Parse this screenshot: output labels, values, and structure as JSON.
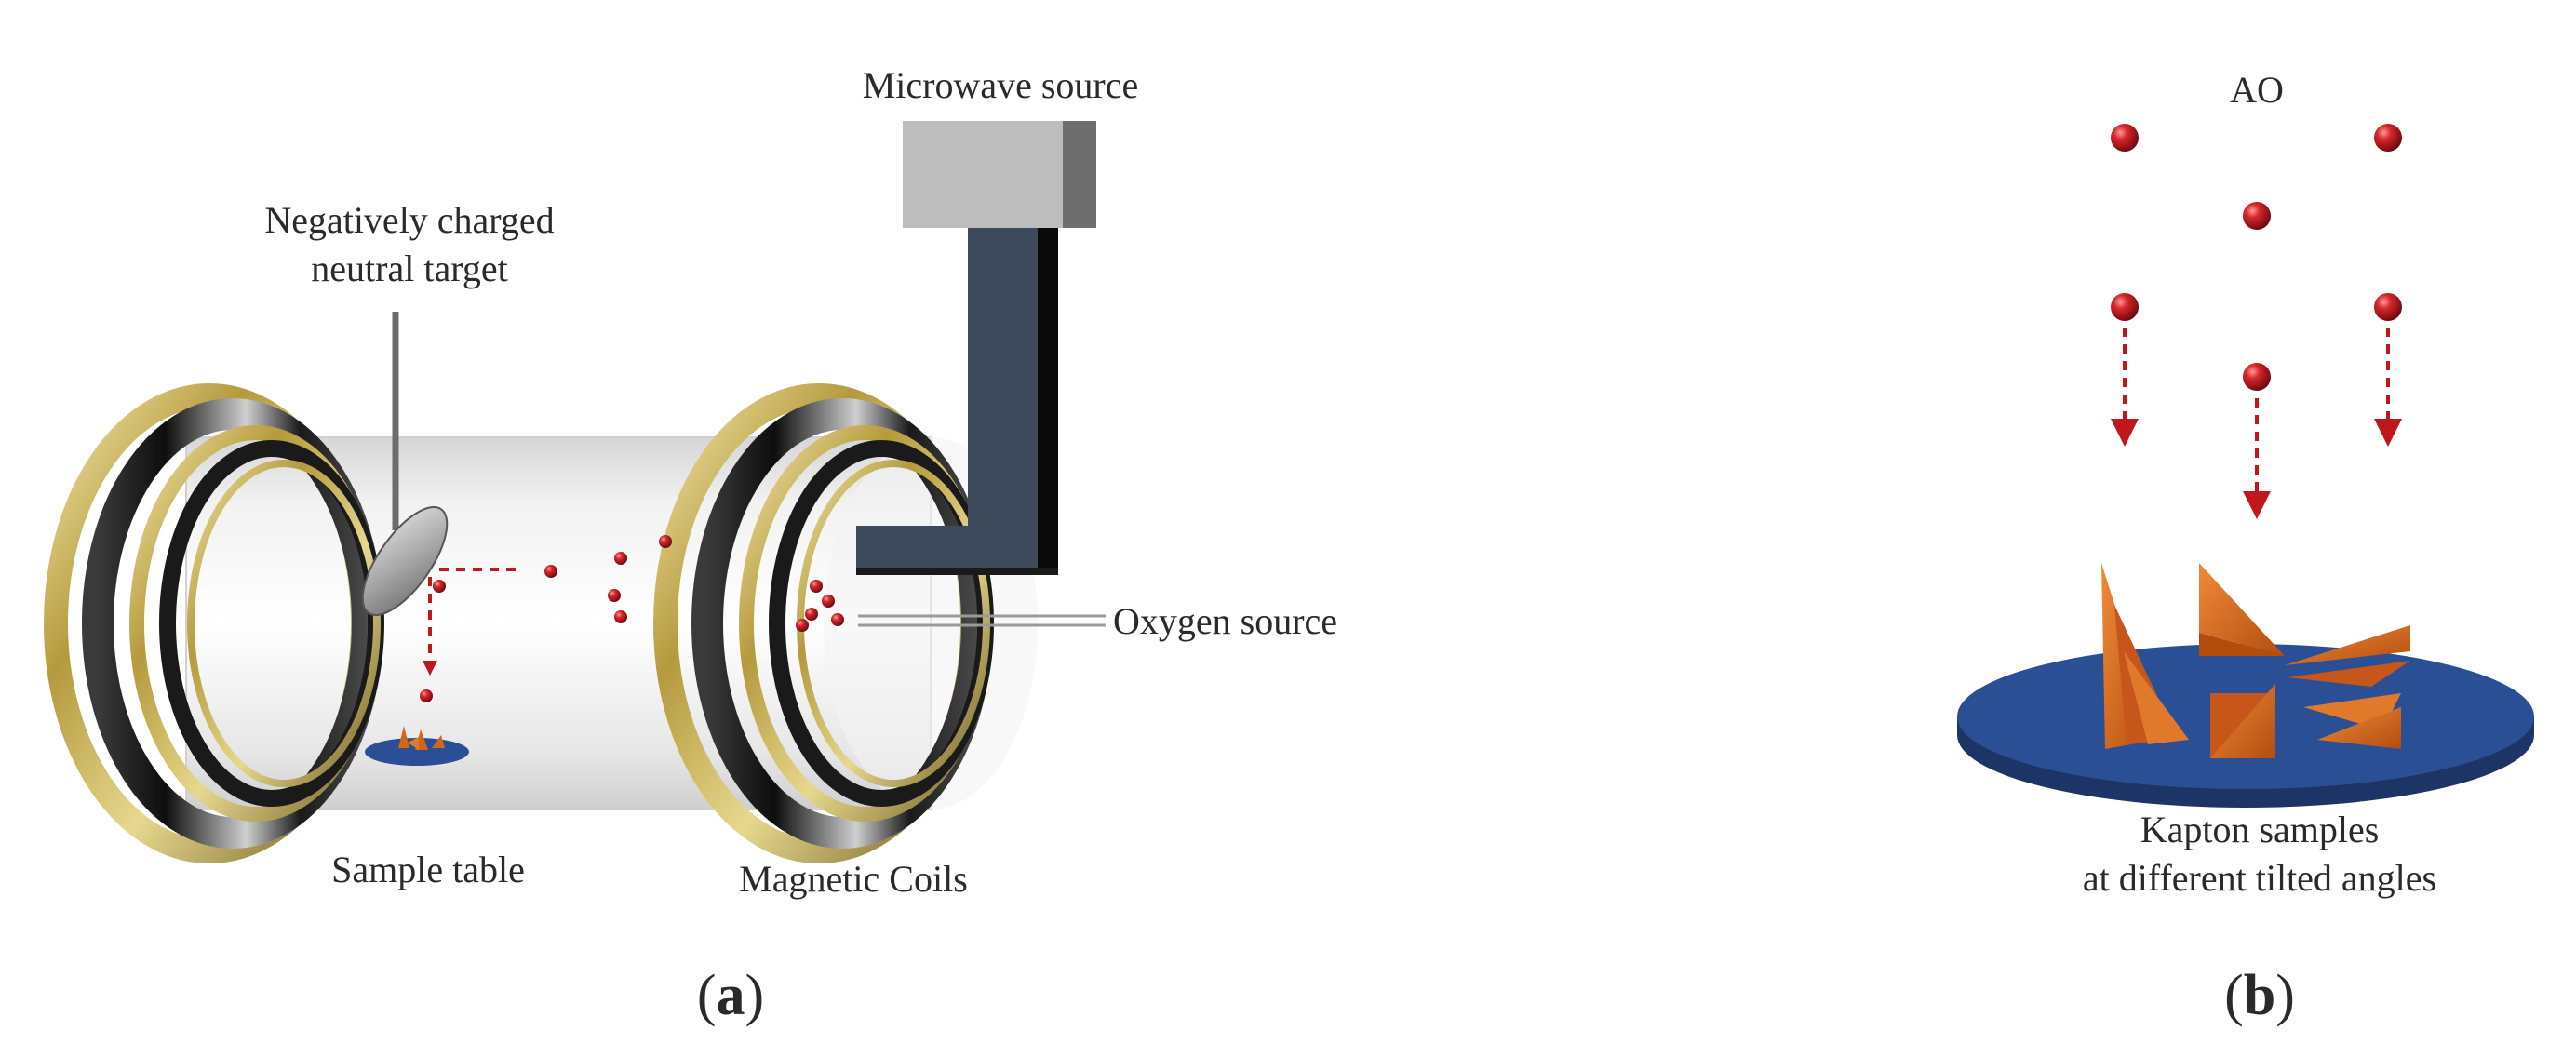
{
  "panel_a": {
    "labels": {
      "microwave_source": "Microwave source",
      "target_line1": "Negatively charged",
      "target_line2": "neutral target",
      "oxygen_source": "Oxygen source",
      "sample_table": "Sample table",
      "magnetic_coils": "Magnetic Coils"
    },
    "caption_open": "(",
    "caption_letter": "a",
    "caption_close": ")"
  },
  "panel_b": {
    "labels": {
      "ao": "AO",
      "samples_line1": "Kapton samples",
      "samples_line2": "at different tilted angles"
    },
    "caption_open": "(",
    "caption_letter": "b",
    "caption_close": ")"
  },
  "colors": {
    "atom_red": "#c0171c",
    "coil_gold": "#9c8a3a",
    "coil_dark": "#1c1c1c",
    "table_blue": "#2b4f94",
    "kapton_orange": "#d4651a",
    "waveguide": "#3d4a5c",
    "microwave_box": "#b8b8b8"
  }
}
